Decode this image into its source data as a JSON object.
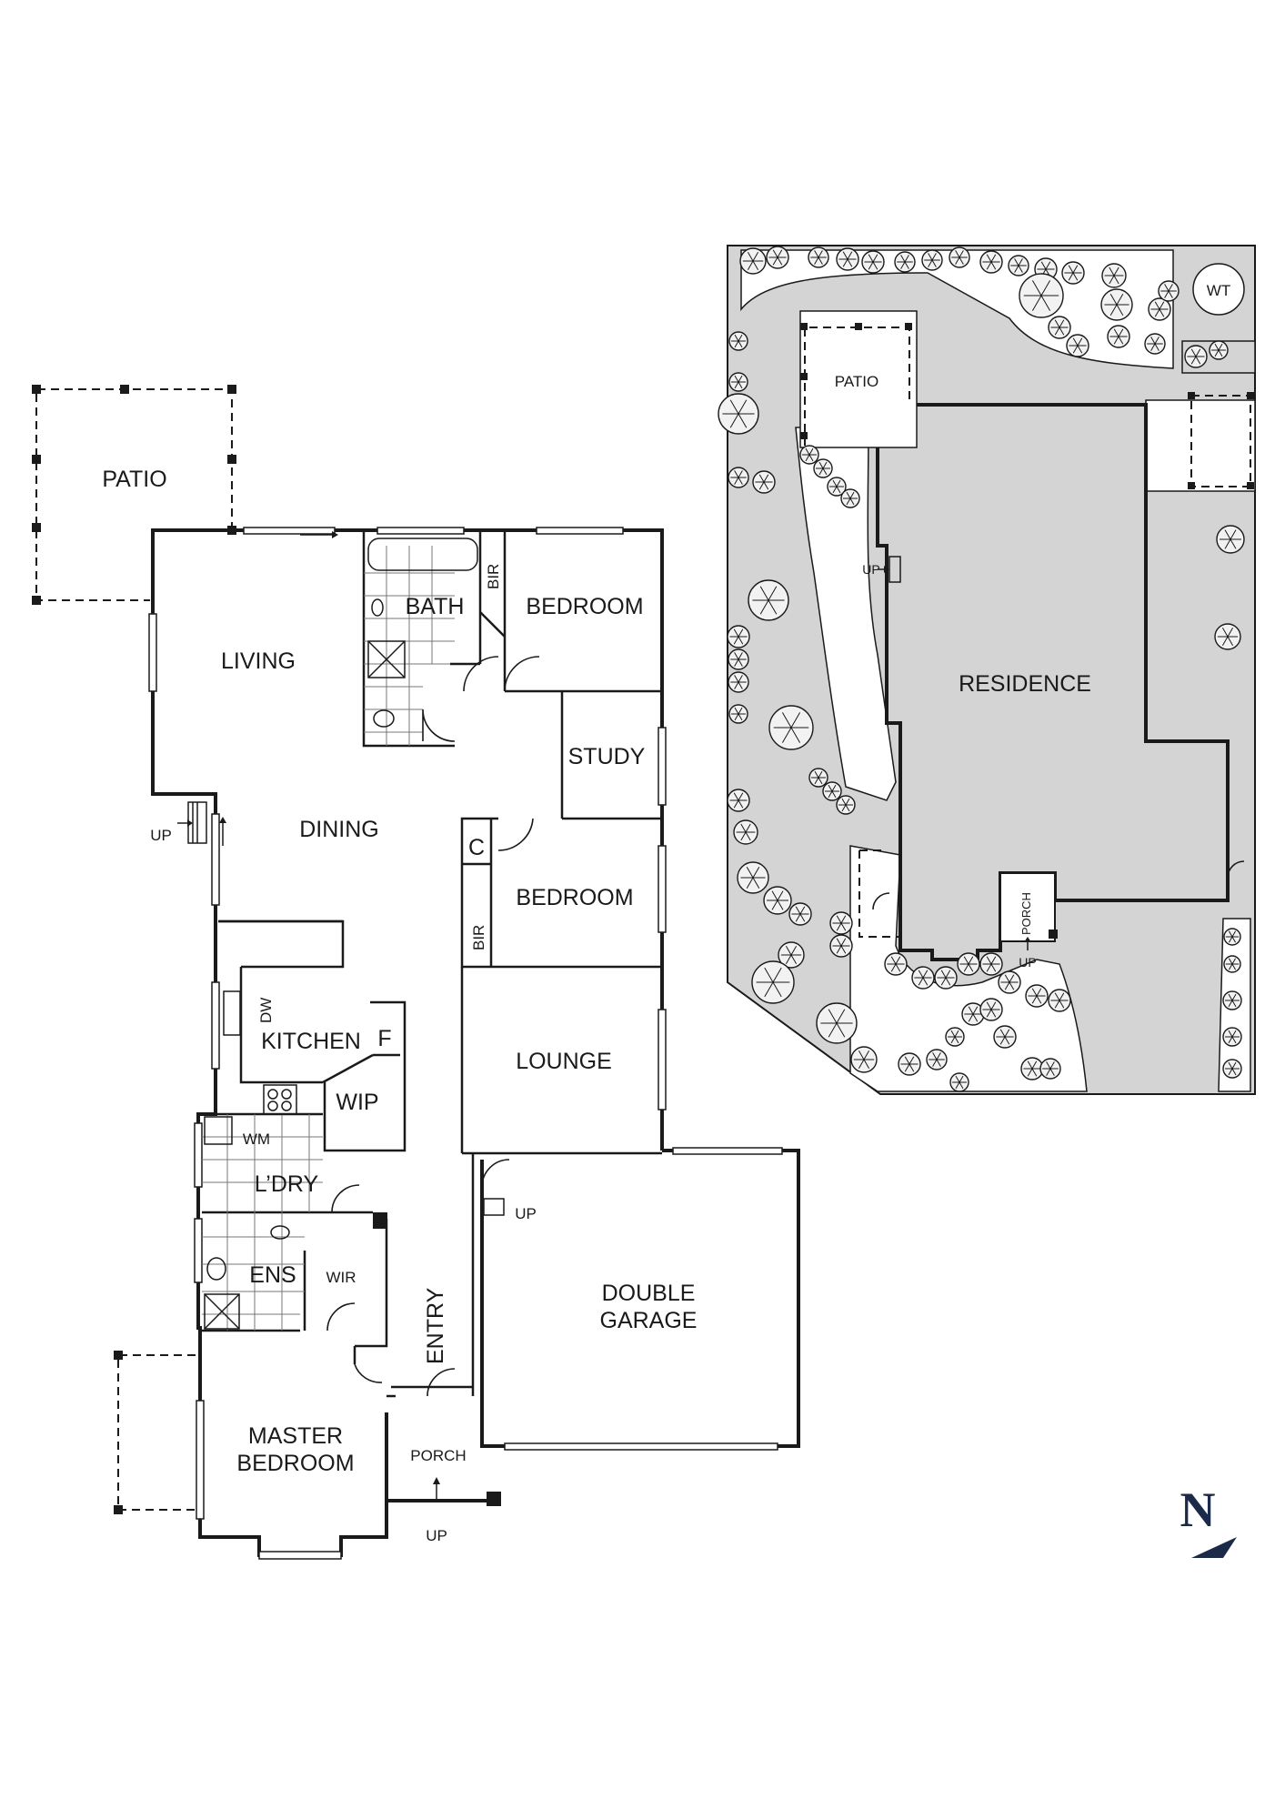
{
  "floor_plan": {
    "rooms": {
      "patio": "PATIO",
      "living": "LIVING",
      "bath": "BATH",
      "bir_upper": "BIR",
      "bedroom_upper": "BEDROOM",
      "study": "STUDY",
      "dining": "DINING",
      "c": "C",
      "bedroom_middle": "BEDROOM",
      "bir_middle": "BIR",
      "dw": "DW",
      "kitchen": "KITCHEN",
      "f": "F",
      "lounge": "LOUNGE",
      "wip": "WIP",
      "wm": "WM",
      "laundry": "L’DRY",
      "ens": "ENS",
      "wir": "WIR",
      "entry": "ENTRY",
      "garage_line1": "DOUBLE",
      "garage_line2": "GARAGE",
      "master_line1": "MASTER",
      "master_line2": "BEDROOM",
      "porch": "PORCH"
    },
    "up_labels": {
      "living_step": "UP",
      "garage_step": "UP",
      "porch_step": "UP"
    }
  },
  "site_plan": {
    "labels": {
      "wt": "WT",
      "patio": "PATIO",
      "residence": "RESIDENCE",
      "porch": "PORCH",
      "up_side": "UP",
      "up_front": "UP"
    }
  },
  "compass": {
    "letter": "N"
  }
}
